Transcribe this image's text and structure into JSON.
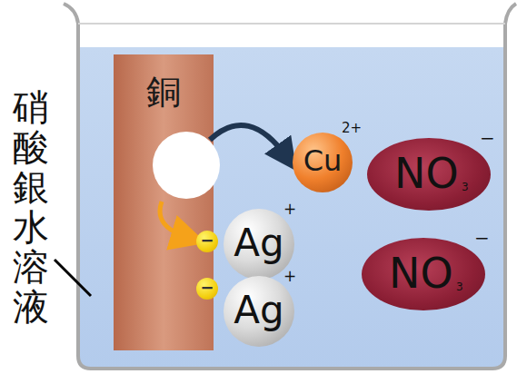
{
  "diagram": {
    "nodes": [
      {
        "text": [
          "銅"
        ]
      },
      {
        "text": [
          "Cu",
          "2+"
        ]
      },
      {
        "text": [
          "NO",
          "3",
          "−"
        ]
      },
      {
        "text": [
          "−"
        ]
      },
      {
        "text": [
          "Ag",
          "+"
        ]
      },
      {
        "text": [
          "NO",
          "3",
          "−"
        ]
      },
      {
        "text": [
          "−"
        ]
      },
      {
        "text": [
          "Ag",
          "+"
        ]
      }
    ],
    "edges": [
      {
        "from": 0,
        "to": 1,
        "arrow": "to"
      }
    ],
    "labels": [
      "硝酸銀水溶液"
    ]
  }
}
